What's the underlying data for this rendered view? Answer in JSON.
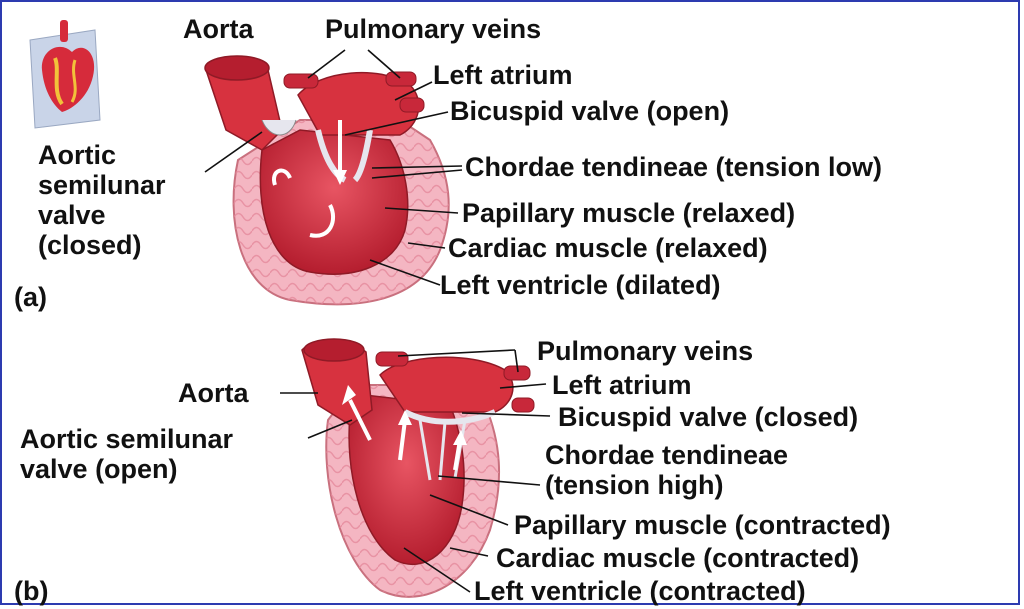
{
  "panel_a": {
    "letter": "(a)",
    "labels": {
      "aorta": "Aorta",
      "pulmonary_veins": "Pulmonary veins",
      "left_atrium": "Left atrium",
      "bicuspid_valve": "Bicuspid valve (open)",
      "aortic_valve_1": "Aortic",
      "aortic_valve_2": "semilunar",
      "aortic_valve_3": "valve",
      "aortic_valve_4": "(closed)",
      "chordae": "Chordae tendineae (tension low)",
      "papillary": "Papillary muscle (relaxed)",
      "cardiac": "Cardiac muscle (relaxed)",
      "ventricle": "Left ventricle (dilated)"
    }
  },
  "panel_b": {
    "letter": "(b)",
    "labels": {
      "pulmonary_veins": "Pulmonary veins",
      "left_atrium": "Left atrium",
      "aorta": "Aorta",
      "bicuspid_valve": "Bicuspid valve (closed)",
      "aortic_valve_1": "Aortic semilunar",
      "aortic_valve_2": "valve (open)",
      "chordae_1": "Chordae tendineae",
      "chordae_2": "(tension high)",
      "papillary": "Papillary muscle (contracted)",
      "cardiac": "Cardiac muscle (contracted)",
      "ventricle": "Left ventricle (contracted)"
    }
  },
  "colors": {
    "border": "#2d3bb0",
    "muscle_outer": "#f2a7b5",
    "muscle_inner": "#c8283a",
    "chamber": "#d93a4a",
    "leader": "#111111"
  }
}
